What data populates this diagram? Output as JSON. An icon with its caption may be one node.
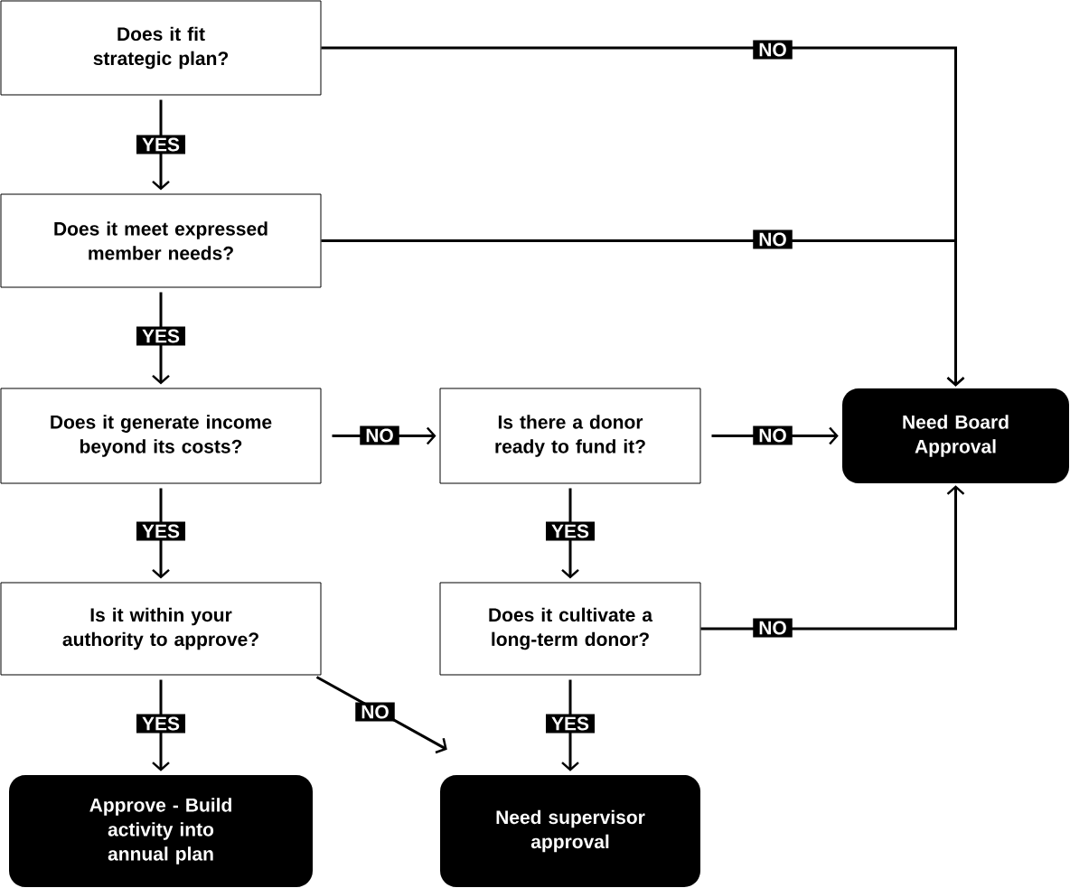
{
  "diagram": {
    "nodes": [
      {
        "text": [
          "Does it fit strategic plan?"
        ]
      },
      {
        "text": [
          "Does it meet expressed member needs?"
        ]
      },
      {
        "text": [
          "Does it generate income beyond its costs?"
        ]
      },
      {
        "text": [
          "Is it within your authority to approve?"
        ]
      },
      {
        "text": [
          "Approve - Build activity into annual plan"
        ]
      },
      {
        "text": [
          "Is there a donor ready to fund it?"
        ]
      },
      {
        "text": [
          "Does it cultivate a long-term donor?"
        ]
      },
      {
        "text": [
          "Need supervisor approval"
        ]
      },
      {
        "text": [
          "Need Board Approval"
        ]
      }
    ],
    "edges": [
      {
        "from": 0,
        "to": 1,
        "arrow": "to",
        "label": "YES"
      },
      {
        "from": 0,
        "to": 8,
        "arrow": "to",
        "label": "NO"
      },
      {
        "from": 1,
        "to": 2,
        "arrow": "to",
        "label": "YES"
      },
      {
        "from": 1,
        "to": 8,
        "arrow": "to",
        "label": "NO"
      },
      {
        "from": 2,
        "to": 5,
        "arrow": "to",
        "label": "NO"
      },
      {
        "from": 5,
        "to": 8,
        "arrow": "to",
        "label": "NO"
      },
      {
        "from": 2,
        "to": 3,
        "arrow": "to",
        "label": "YES"
      },
      {
        "from": 5,
        "to": 6,
        "arrow": "to",
        "label": "YES"
      },
      {
        "from": 6,
        "to": 8,
        "arrow": "to",
        "label": "NO"
      },
      {
        "from": 3,
        "to": 4,
        "arrow": "to",
        "label": "YES"
      },
      {
        "from": 3,
        "to": 7,
        "arrow": "to",
        "label": "NO"
      },
      {
        "from": 6,
        "to": 7,
        "arrow": "to",
        "label": "YES"
      }
    ]
  }
}
